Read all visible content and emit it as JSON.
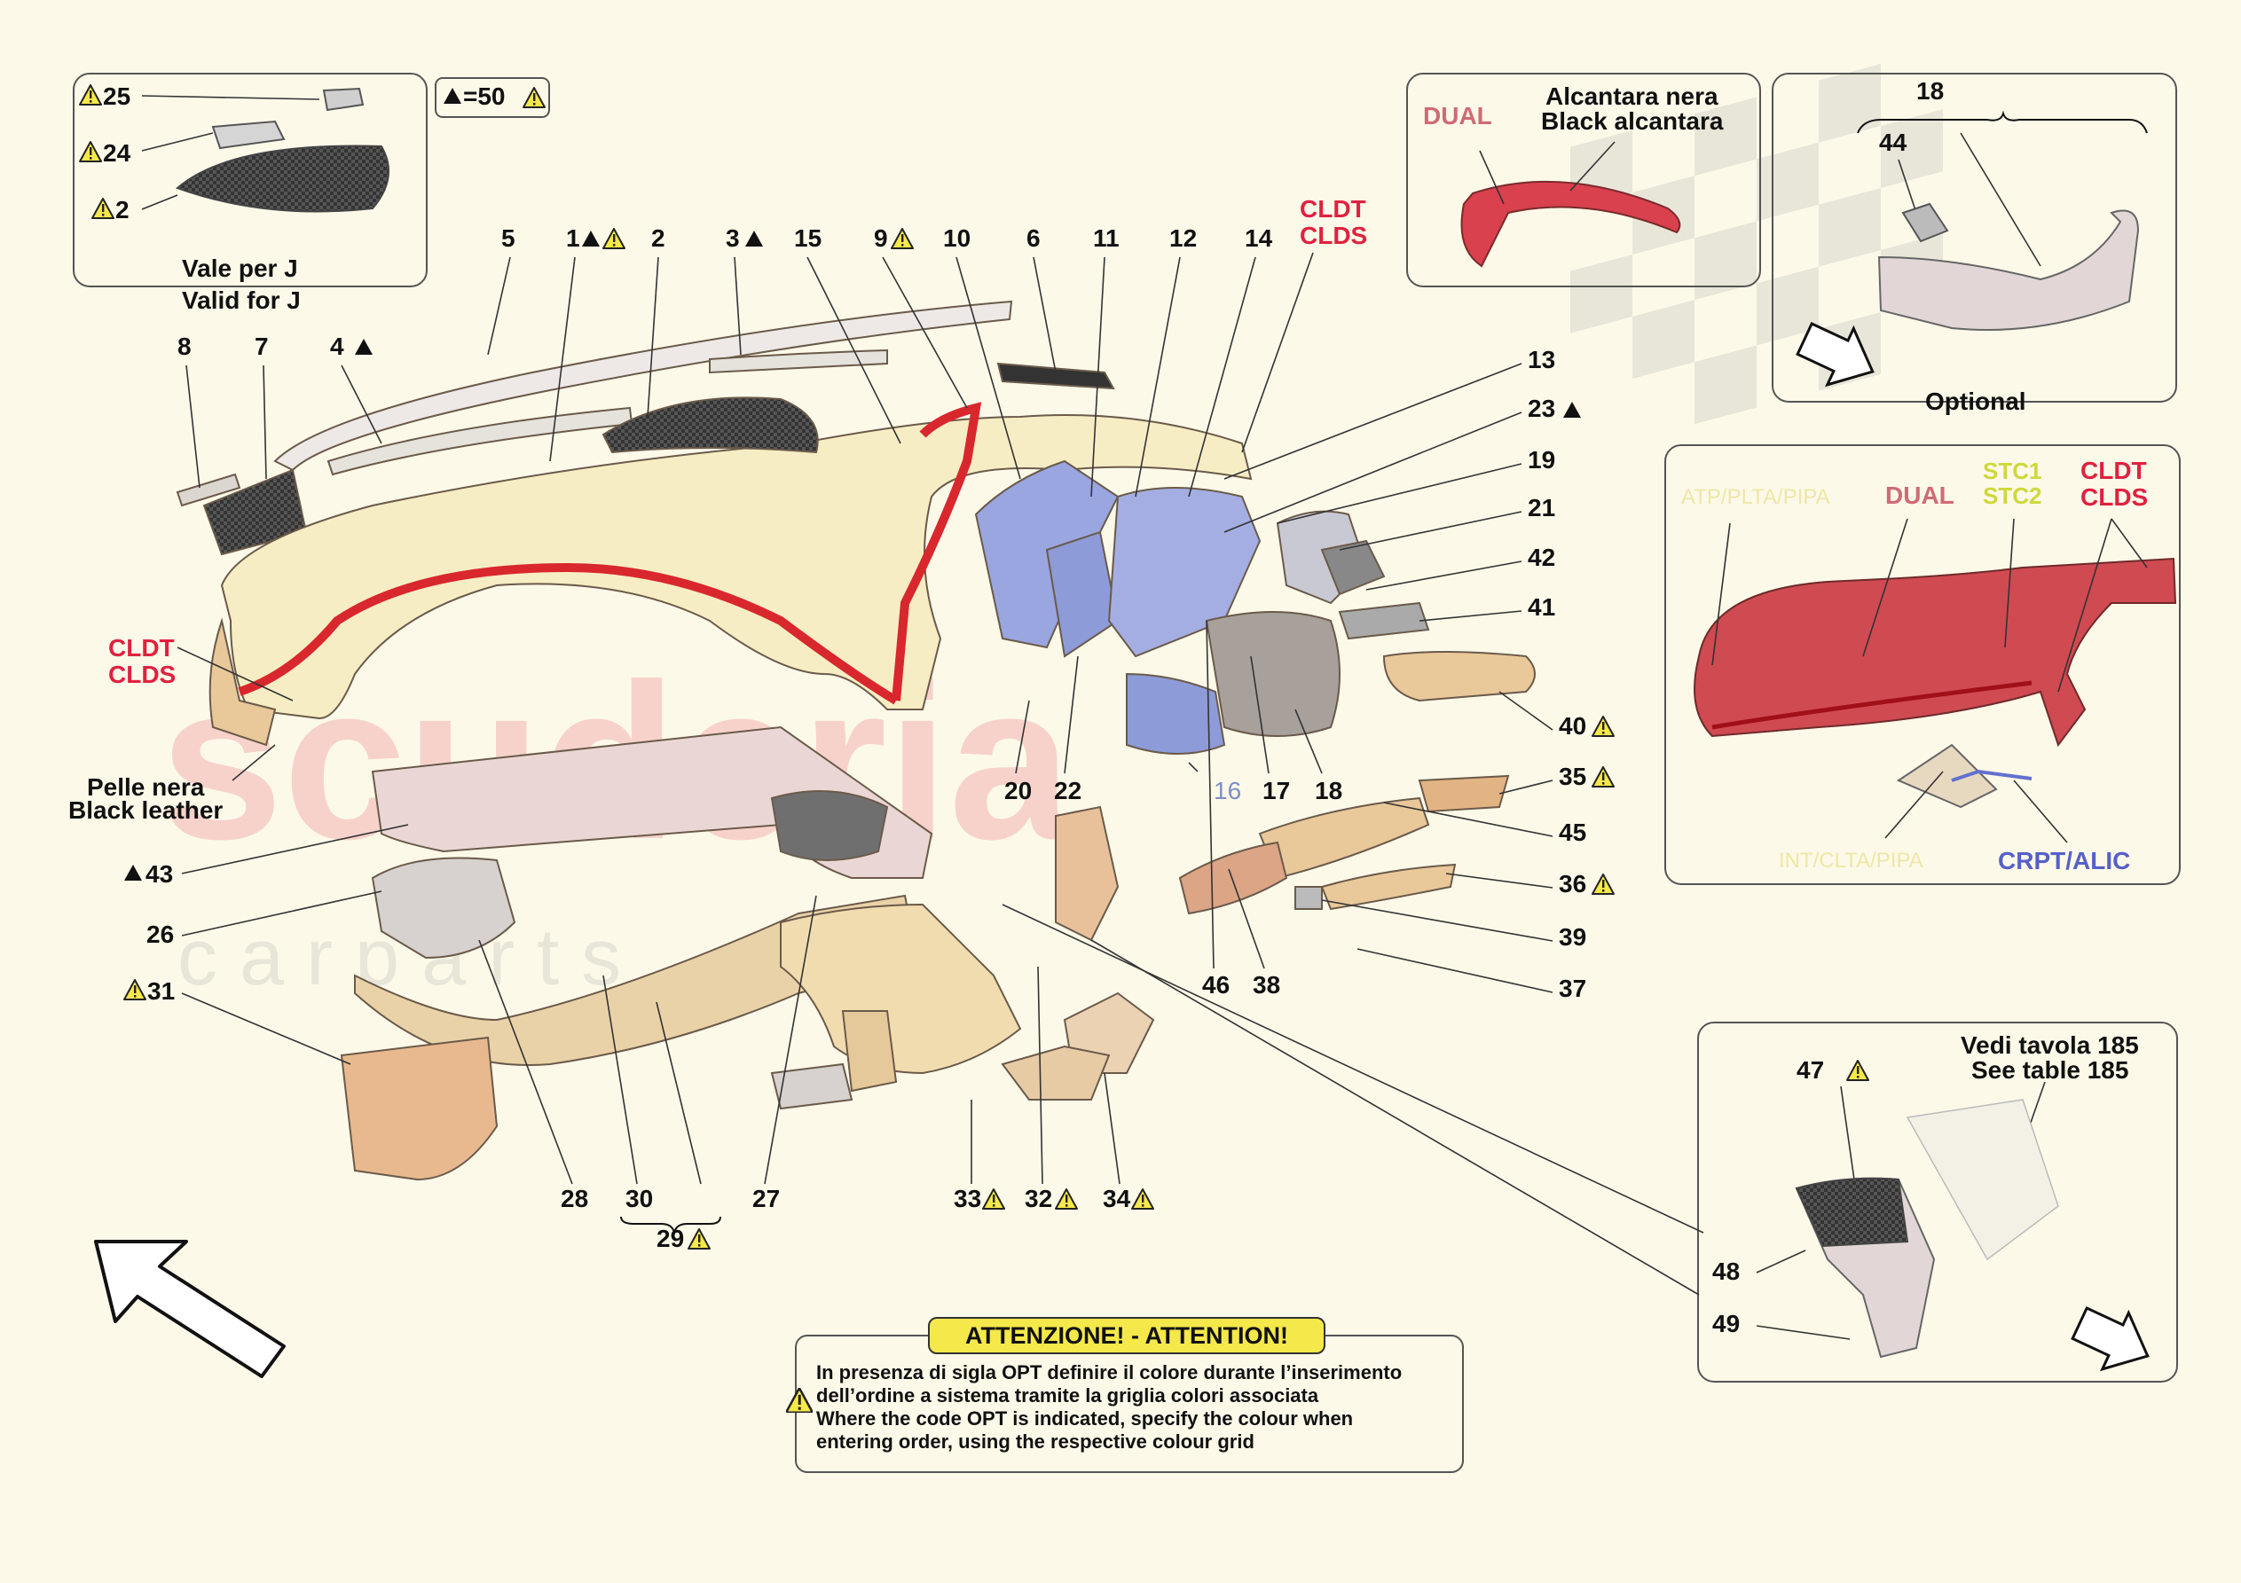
{
  "labels": {
    "n1": "1",
    "n2": "2",
    "n3": "3",
    "n4": "4",
    "n5": "5",
    "n6": "6",
    "n7": "7",
    "n8": "8",
    "n9": "9",
    "n10": "10",
    "n11": "11",
    "n12": "12",
    "n13": "13",
    "n14": "14",
    "n15": "15",
    "n16": "16",
    "n17": "17",
    "n18": "18",
    "n19": "19",
    "n20": "20",
    "n21": "21",
    "n22": "22",
    "n23": "23",
    "n24": "24",
    "n25": "25",
    "n26": "26",
    "n27": "27",
    "n28": "28",
    "n29": "29",
    "n30": "30",
    "n31": "31",
    "n32": "32",
    "n33": "33",
    "n34": "34",
    "n35": "35",
    "n36": "36",
    "n37": "37",
    "n38": "38",
    "n39": "39",
    "n40": "40",
    "n41": "41",
    "n42": "42",
    "n43": "43",
    "n44": "44",
    "n45": "45",
    "n46": "46",
    "n47": "47",
    "n48": "48",
    "n49": "49",
    "n18b": "18"
  },
  "legend": {
    "triangle_eq": "=50"
  },
  "inset_top_left": {
    "line1": "Vale per J",
    "line2": "Valid for J"
  },
  "inset_alcantara": {
    "dual": "DUAL",
    "line1": "Alcantara nera",
    "line2": "Black alcantara"
  },
  "inset_optional": {
    "caption": "Optional"
  },
  "inset_options": {
    "faint_left": "ATP/PLTA/PIPA",
    "dual": "DUAL",
    "stc1": "STC1",
    "stc2": "STC2",
    "cldt": "CLDT",
    "clds": "CLDS",
    "crpt": "CRPT/ALIC",
    "faint_bottom": "INT/CLTA/PIPA"
  },
  "inset_table": {
    "line1": "Vedi tavola 185",
    "line2": "See table 185"
  },
  "codes": {
    "cldt": "CLDT",
    "clds": "CLDS"
  },
  "leather": {
    "line1": "Pelle nera",
    "line2": "Black leather"
  },
  "notice": {
    "title": "ATTENZIONE! - ATTENTION!",
    "line1": "In presenza di sigla OPT definire il colore durante l’inserimento",
    "line2": "dell’ordine a sistema tramite la griglia colori associata",
    "line3": "Where the code OPT is indicated, specify the colour when",
    "line4": "entering order, using the respective colour grid"
  },
  "watermark": {
    "word": "scuderia",
    "sub": "c a r p a r t s"
  },
  "colors": {
    "background": "#fcf9e9",
    "red_label": "#e0213f",
    "pink_label": "#d06a74",
    "blue_label": "#5560c8",
    "dash_panel": "#f7edc4",
    "red_trim": "#d9272e",
    "blue_parts": "#9aa6e0",
    "tan_parts": "#e9c89a"
  }
}
